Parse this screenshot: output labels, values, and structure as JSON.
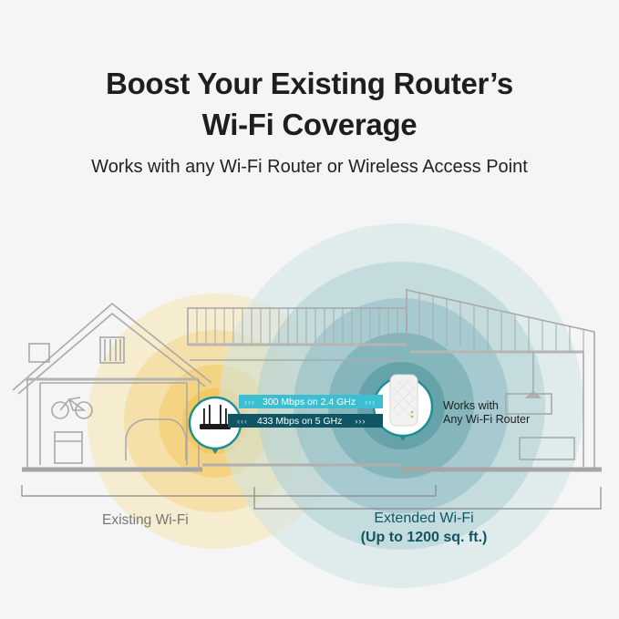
{
  "header": {
    "title_line1": "Boost Your Existing Router’s",
    "title_line2": "Wi-Fi Coverage",
    "subtitle": "Works with any Wi-Fi Router or Wireless Access Point"
  },
  "diagram": {
    "router_icon": "wifi-router-icon",
    "extender_icon": "range-extender-icon",
    "link_2_4ghz": {
      "label": "300 Mbps on 2.4 GHz",
      "left_arrows": "‹‹‹",
      "right_arrows": "›››",
      "color": "#3cbfd2"
    },
    "link_5ghz": {
      "label": "433 Mbps on 5 GHz",
      "left_arrows": "‹‹‹",
      "right_arrows": "›››",
      "color": "#0f5563"
    },
    "extender_caption_line1": "Works with",
    "extender_caption_line2": "Any Wi-Fi Router",
    "existing_label": "Existing Wi-Fi",
    "extended_label_line1": "Extended Wi-Fi",
    "extended_label_line2": "(Up to 1200 sq. ft.)",
    "colors": {
      "existing_coverage": "#f6cf6a",
      "extended_coverage": "#5f9ea4",
      "extended_text": "#0f5563",
      "existing_text": "#777777"
    }
  }
}
